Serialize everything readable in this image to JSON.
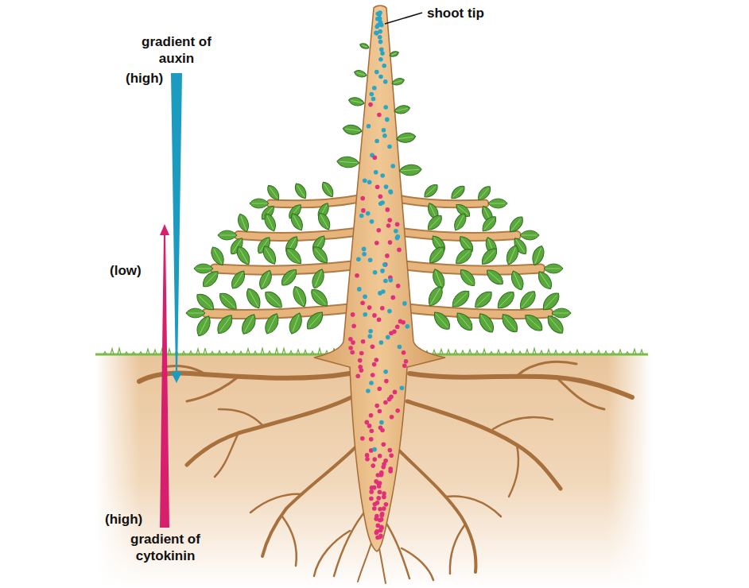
{
  "diagram": {
    "labels": [
      "shoot tip",
      "gradient of auxin",
      "(high)",
      "(low)",
      "(high)",
      "gradient of cytokinin"
    ]
  }
}
